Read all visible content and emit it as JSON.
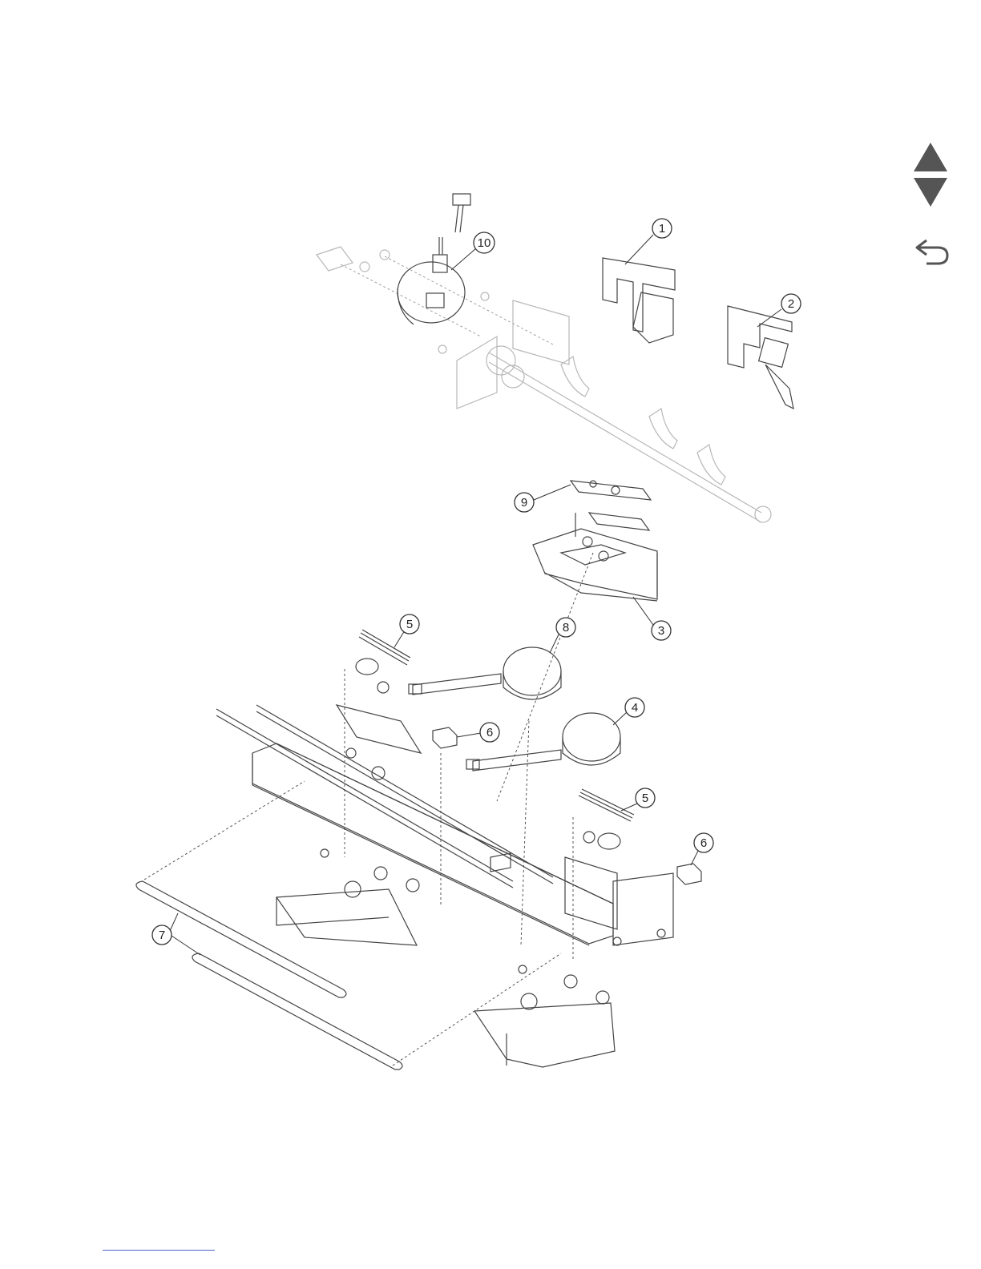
{
  "nav": {
    "up_icon": "triangle-up-icon",
    "down_icon": "triangle-down-icon",
    "back_icon": "return-arrow-icon",
    "icon_color": "#555555"
  },
  "callouts": {
    "c1": "1",
    "c2": "2",
    "c3": "3",
    "c4": "4",
    "c5a": "5",
    "c5b": "5",
    "c6a": "6",
    "c6b": "6",
    "c7": "7",
    "c8": "8",
    "c9": "9",
    "c10": "10"
  },
  "footer": {
    "link_color": "#4a63c9"
  }
}
